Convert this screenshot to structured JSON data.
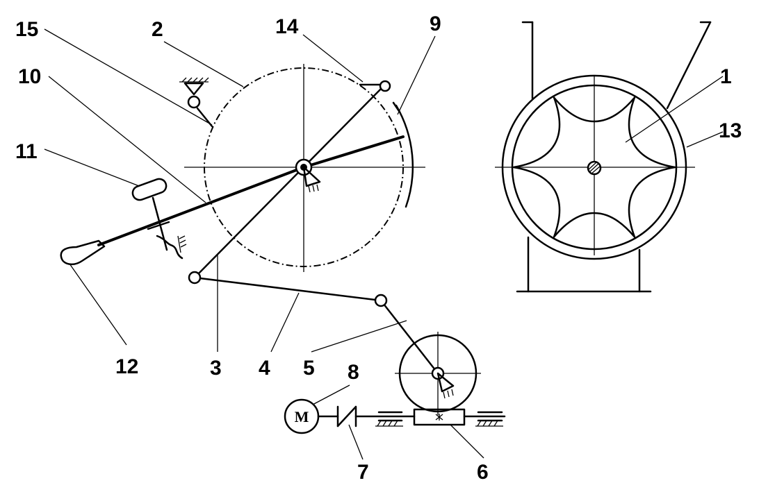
{
  "labels": {
    "l1": "1",
    "l2": "2",
    "l3": "3",
    "l4": "4",
    "l5": "5",
    "l6": "6",
    "l7": "7",
    "l8": "8",
    "l9": "9",
    "l10": "10",
    "l11": "11",
    "l12": "12",
    "l13": "13",
    "l14": "14",
    "l15": "15"
  },
  "motor": {
    "symbol": "M"
  }
}
